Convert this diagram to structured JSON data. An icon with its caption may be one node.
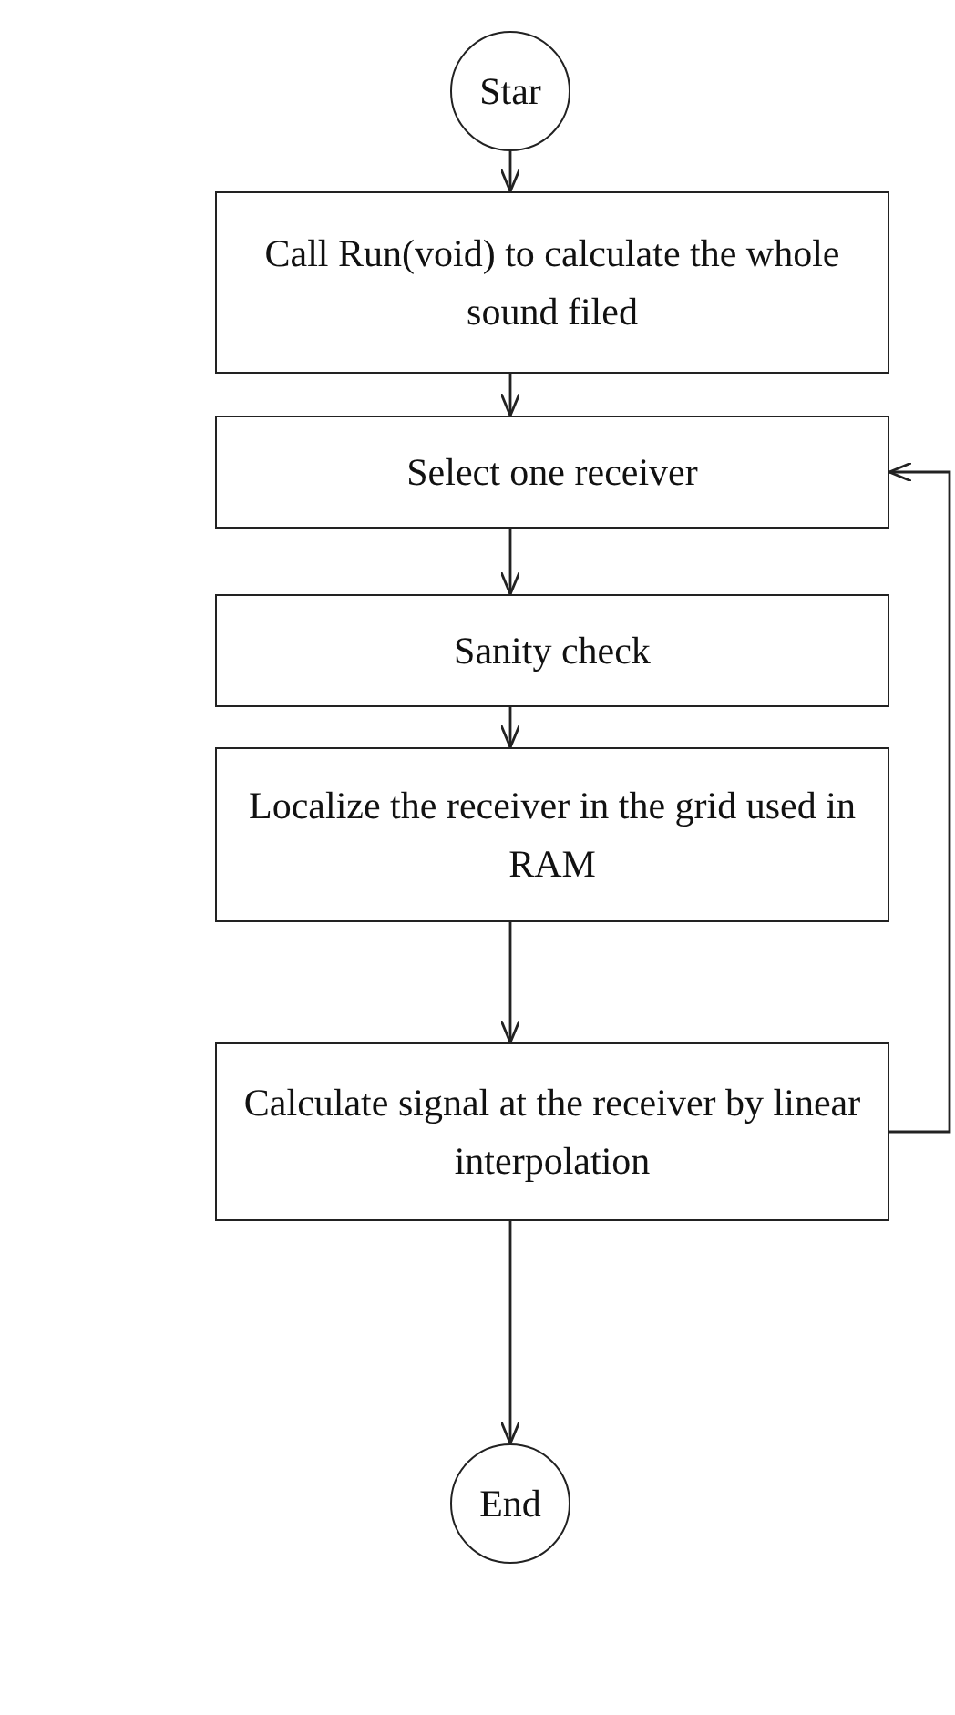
{
  "diagram": {
    "nodes": [
      {
        "text": [
          "Star"
        ]
      },
      {
        "text": [
          "Call Run(void) to calculate the whole sound filed"
        ]
      },
      {
        "text": [
          "Select one receiver"
        ]
      },
      {
        "text": [
          "Sanity check"
        ]
      },
      {
        "text": [
          "Localize the receiver in the grid used in RAM"
        ]
      },
      {
        "text": [
          "Calculate signal at the receiver by linear interpolation"
        ]
      },
      {
        "text": [
          "End"
        ]
      }
    ],
    "edges": [
      {
        "from": 0,
        "to": 1,
        "arrow": "to"
      },
      {
        "from": 1,
        "to": 2,
        "arrow": "to"
      },
      {
        "from": 2,
        "to": 3,
        "arrow": "to"
      },
      {
        "from": 3,
        "to": 4,
        "arrow": "to"
      },
      {
        "from": 4,
        "to": 5,
        "arrow": "to"
      },
      {
        "from": 5,
        "to": 6,
        "arrow": "to"
      },
      {
        "from": 5,
        "to": 2,
        "arrow": "to"
      }
    ]
  }
}
